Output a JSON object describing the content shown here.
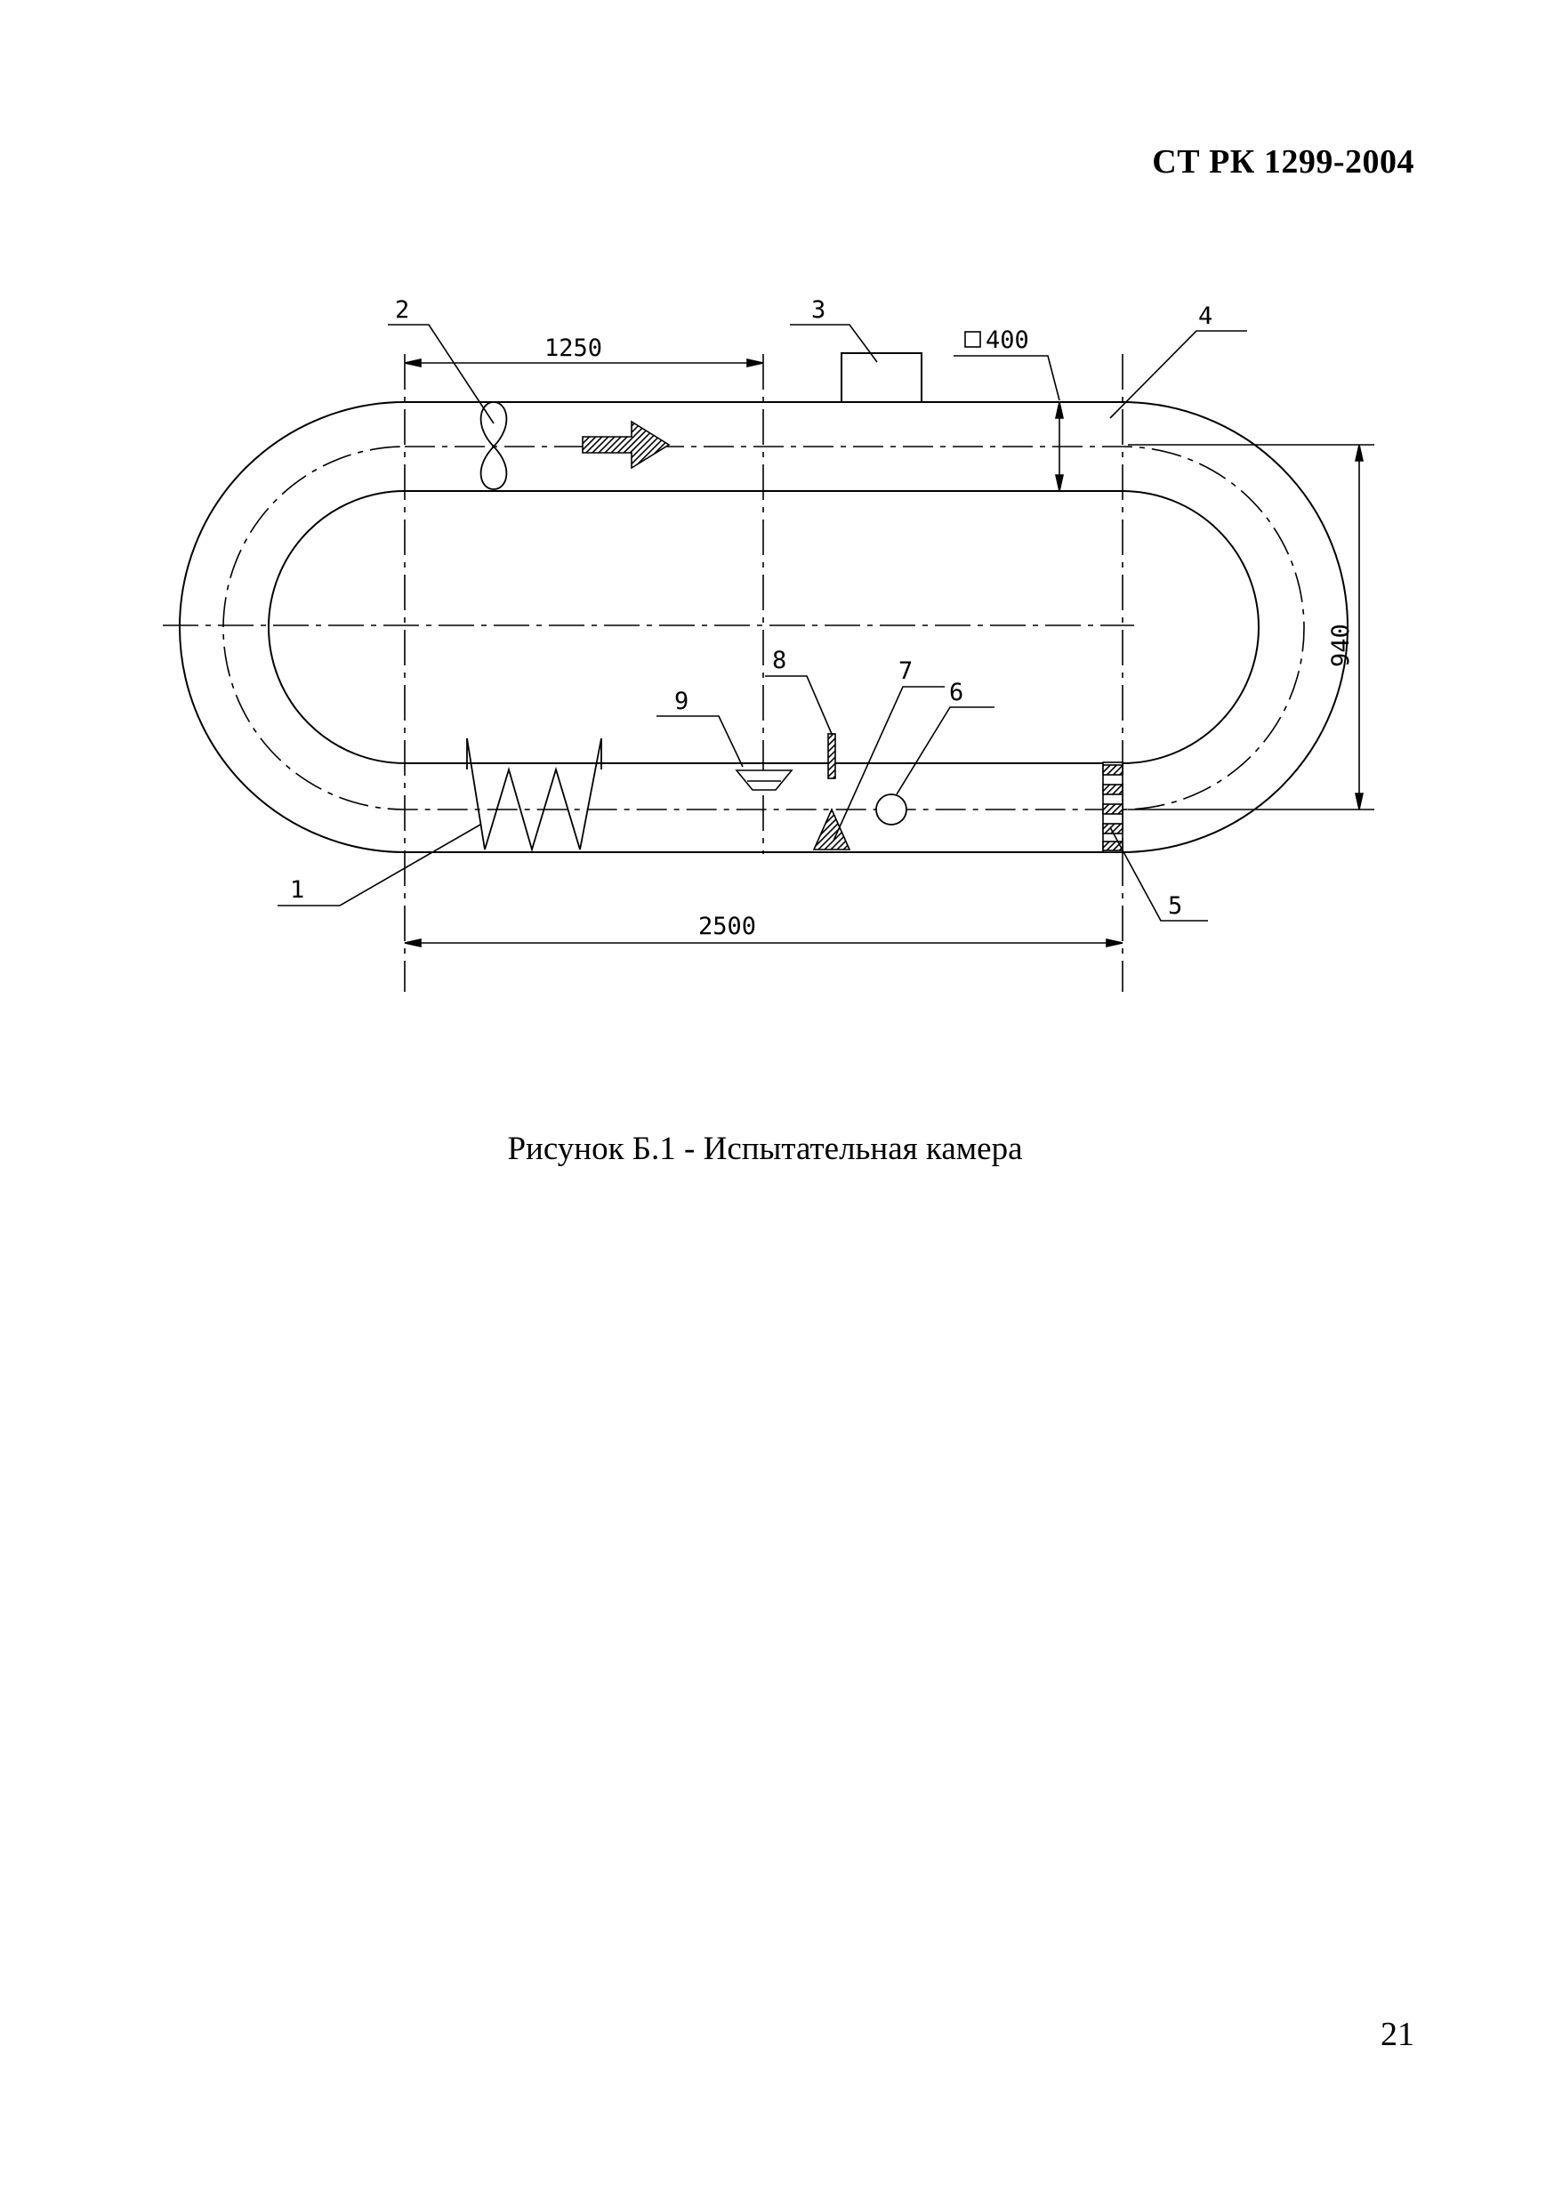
{
  "header": {
    "doc_code": "СТ РК 1299-2004"
  },
  "figure": {
    "labels": {
      "item_1": "1",
      "item_2": "2",
      "item_3": "3",
      "item_4": "4",
      "item_5": "5",
      "item_6": "6",
      "item_7": "7",
      "item_8": "8",
      "item_9": "9"
    },
    "dimensions": {
      "half_length": "1250",
      "duct_size": "400",
      "height": "940",
      "full_length": "2500"
    },
    "icons": {
      "square_symbol": "square-section-icon",
      "fan": "fan-icon",
      "heater": "heater-coil-icon",
      "flow_arrow": "flow-direction-arrow-icon"
    },
    "stroke_color": "#000000",
    "fill_color": "#1a1a1a"
  },
  "caption": {
    "text": "Рисунок Б.1 - Испытательная камера"
  },
  "footer": {
    "page_number": "21"
  }
}
